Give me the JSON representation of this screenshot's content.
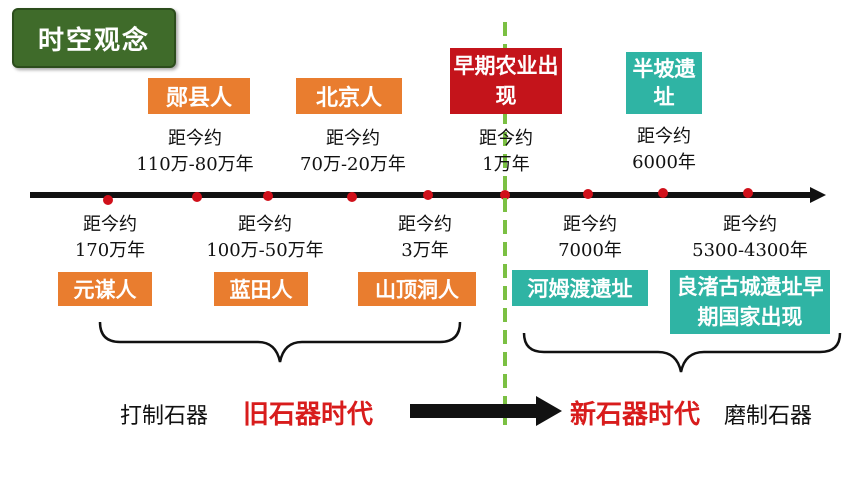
{
  "title": "时空观念",
  "events_above": [
    {
      "label": "郧县人",
      "date_prefix": "距今约",
      "date": "110万-80万年",
      "color": "#e97d2f"
    },
    {
      "label": "北京人",
      "date_prefix": "距今约",
      "date": "70万-20万年",
      "color": "#e97d2f"
    },
    {
      "label": "早期农业出现",
      "date_prefix": "距今约",
      "date": "1万年",
      "color": "#c4141b"
    },
    {
      "label": "半坡遗址",
      "date_prefix": "距今约",
      "date": "6000年",
      "color": "#2fb4a4"
    }
  ],
  "events_below": [
    {
      "label": "元谋人",
      "date_prefix": "距今约",
      "date": "170万年",
      "color": "#e97d2f"
    },
    {
      "label": "蓝田人",
      "date_prefix": "距今约",
      "date": "100万-50万年",
      "color": "#e97d2f"
    },
    {
      "label": "山顶洞人",
      "date_prefix": "距今约",
      "date": "3万年",
      "color": "#e97d2f"
    },
    {
      "label": "河姆渡遗址",
      "date_prefix": "距今约",
      "date": "7000年",
      "color": "#2fb4a4"
    },
    {
      "label": "良渚古城遗址早期国家出现",
      "date_prefix": "距今约",
      "date": "5300-4300年",
      "color": "#2fb4a4"
    }
  ],
  "periods": {
    "paleolithic": {
      "tool": "打制石器",
      "era": "旧石器时代"
    },
    "neolithic": {
      "era": "新石器时代",
      "tool": "磨制石器"
    }
  }
}
